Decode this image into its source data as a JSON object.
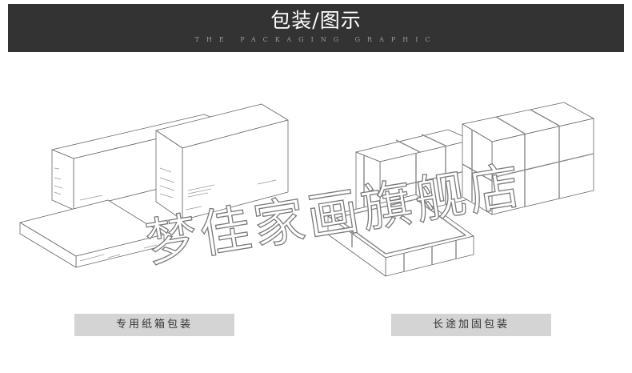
{
  "header": {
    "title": "包装/图示",
    "subtitle": "THE PACKAGING GRAPHIC"
  },
  "watermark": "梦佳家画旗舰店",
  "labels": {
    "left": "专用纸箱包装",
    "right": "长途加固包装"
  },
  "colors": {
    "banner": "#333333",
    "label_bg": "#d4d4d4"
  }
}
